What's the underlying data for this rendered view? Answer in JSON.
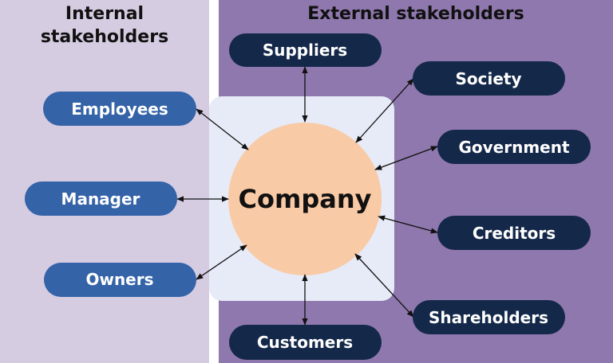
{
  "panels": {
    "internal": {
      "title_line1": "Internal",
      "title_line2": "stakeholders"
    },
    "external": {
      "title": "External stakeholders"
    }
  },
  "center": {
    "label": "Company"
  },
  "internal_nodes": [
    "Employees",
    "Manager",
    "Owners"
  ],
  "external_nodes": [
    "Suppliers",
    "Society",
    "Government",
    "Creditors",
    "Shareholders",
    "Customers"
  ],
  "colors": {
    "internal_panel": "#d5cce2",
    "external_panel": "#8f78ad",
    "center_box": "#e6ebf7",
    "center_circle": "#f9caa6",
    "internal_pill": "#3463a8",
    "external_pill": "#14284a",
    "arrow": "#111111",
    "title_text": "#111111",
    "pill_text": "#ffffff"
  }
}
